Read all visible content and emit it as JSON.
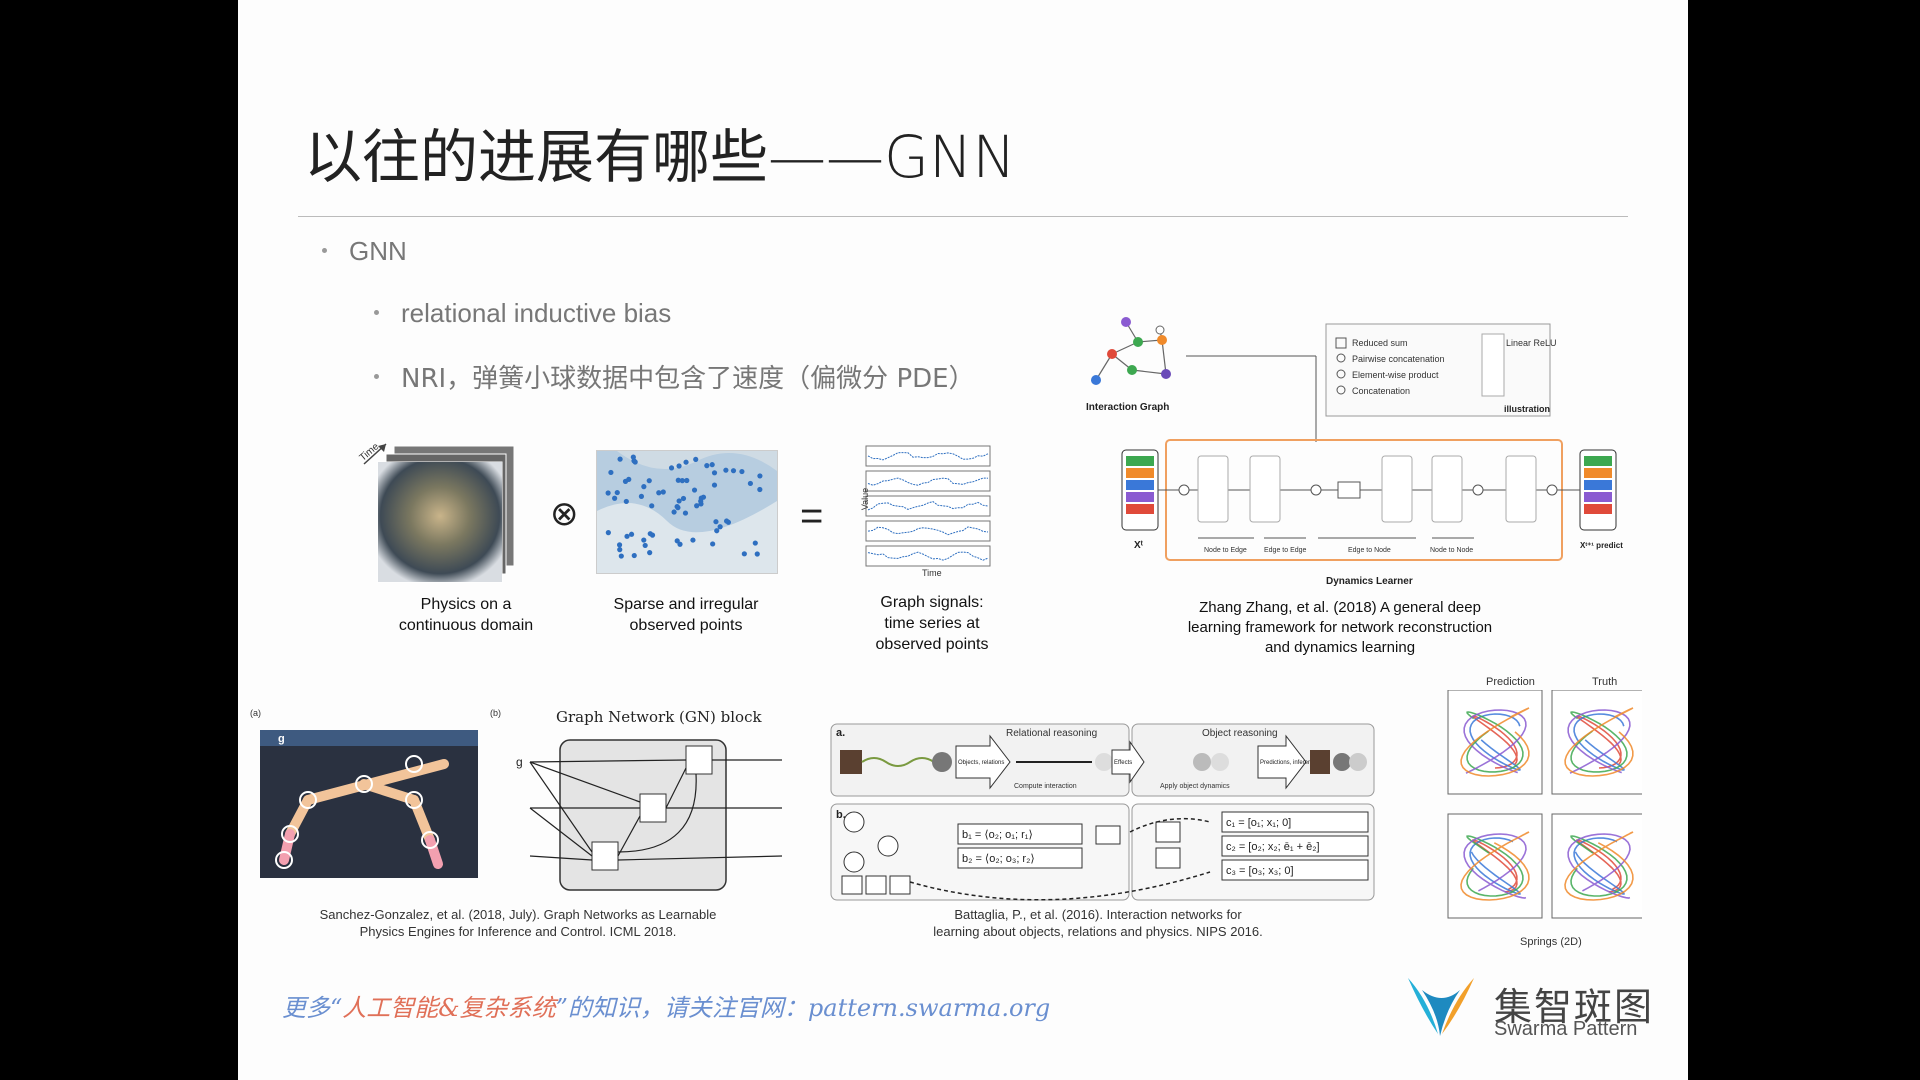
{
  "slide": {
    "title": "以往的进展有哪些——GNN",
    "bullets": {
      "gnn": "GNN",
      "relational": "relational inductive bias",
      "nri": "NRI，弹簧小球数据中包含了速度（偏微分 PDE）"
    }
  },
  "fig_physics": {
    "time_label": "Time",
    "operator_times": "⊗",
    "operator_equals": "=",
    "caption_physics": "Physics on a\ncontinuous domain",
    "caption_sparse": "Sparse and irregular\nobserved points",
    "caption_signals": "Graph signals:\ntime series at\nobserved points",
    "value_axis": "Value",
    "time_axis": "Time"
  },
  "fig_zhang": {
    "interaction_graph": "Interaction Graph",
    "legend": [
      "Reduced sum",
      "Pairwise concatenation",
      "Element-wise product",
      "Concatenation"
    ],
    "legend_right": "Linear ReLU",
    "illustration": "illustration",
    "stage_labels": [
      "Node to Edge",
      "Edge to Edge",
      "Edge to Node",
      "Node to Node"
    ],
    "xt": "Xᵗ",
    "xt1": "Xᵗ⁺¹ predict",
    "dynamics_learner": "Dynamics Learner",
    "caption": "Zhang Zhang, et al. (2018) A general deep\nlearning framework for network reconstruction\nand dynamics learning"
  },
  "fig_sanchez": {
    "label_a": "(a)",
    "label_b": "(b)",
    "gn_title": "Graph Network (GN) block",
    "g_label": "g",
    "caption": "Sanchez-Gonzalez, et al. (2018, July). Graph Networks as Learnable\nPhysics Engines for Inference and Control. ICML 2018."
  },
  "fig_battaglia": {
    "label_a": "a.",
    "label_b": "b.",
    "relational": "Relational reasoning",
    "object": "Object reasoning",
    "compute_interaction": "Compute interaction",
    "apply_dynamics": "Apply object dynamics",
    "objects_relations": "Objects, relations",
    "effects": "Effects",
    "predictions": "Predictions, inferences",
    "eq_b1": "b₁ = ⟨o₂; o₁; r₁⟩",
    "eq_b2": "b₂ = ⟨o₂; o₃; r₂⟩",
    "eq_c1": "c₁ = [o₁; x₁; 0]",
    "eq_c2": "c₂ = [o₂; x₂; ē₁ + ē₂]",
    "eq_c3": "c₃ = [o₃; x₃; 0]",
    "caption": "Battaglia, P., et al. (2016). Interaction networks for\nlearning about objects, relations and physics. NIPS 2016."
  },
  "fig_springs": {
    "prediction": "Prediction",
    "truth": "Truth",
    "caption": "Springs (2D)"
  },
  "footer": {
    "prefix": "更多“",
    "highlight": "人工智能&复杂系统",
    "suffix": "”的知识，请关注官网：pattern.swarma.org"
  },
  "logo": {
    "cn": "集智斑图",
    "en": "Swarma Pattern"
  }
}
